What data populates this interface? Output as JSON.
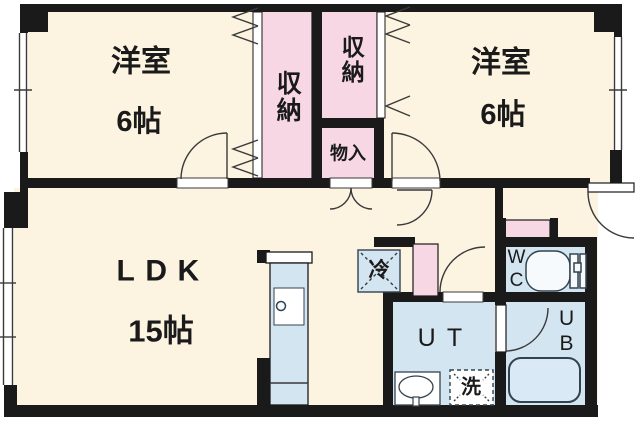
{
  "palette": {
    "wall": "#1a1a1a",
    "floor_cream": "#fcf3e0",
    "closet_pink": "#f7d7e3",
    "wet_area_blue": "#d4e5f2",
    "fixture_line": "#3a3a3a"
  },
  "rooms": {
    "bedroom_left": {
      "name": "洋室",
      "size": "6帖"
    },
    "bedroom_right": {
      "name": "洋室",
      "size": "6帖"
    },
    "ldk": {
      "name": "LDK",
      "size": "15帖"
    },
    "closet_main": {
      "label": "収納"
    },
    "closet_second": {
      "label": "収納"
    },
    "storage": {
      "label": "物入"
    },
    "utility": {
      "label": "UT"
    },
    "toilet": {
      "label": "WC"
    },
    "bath": {
      "label": "UB"
    }
  },
  "fixtures": {
    "refrigerator": {
      "label": "冷"
    },
    "washing_machine": {
      "label": "洗"
    }
  }
}
